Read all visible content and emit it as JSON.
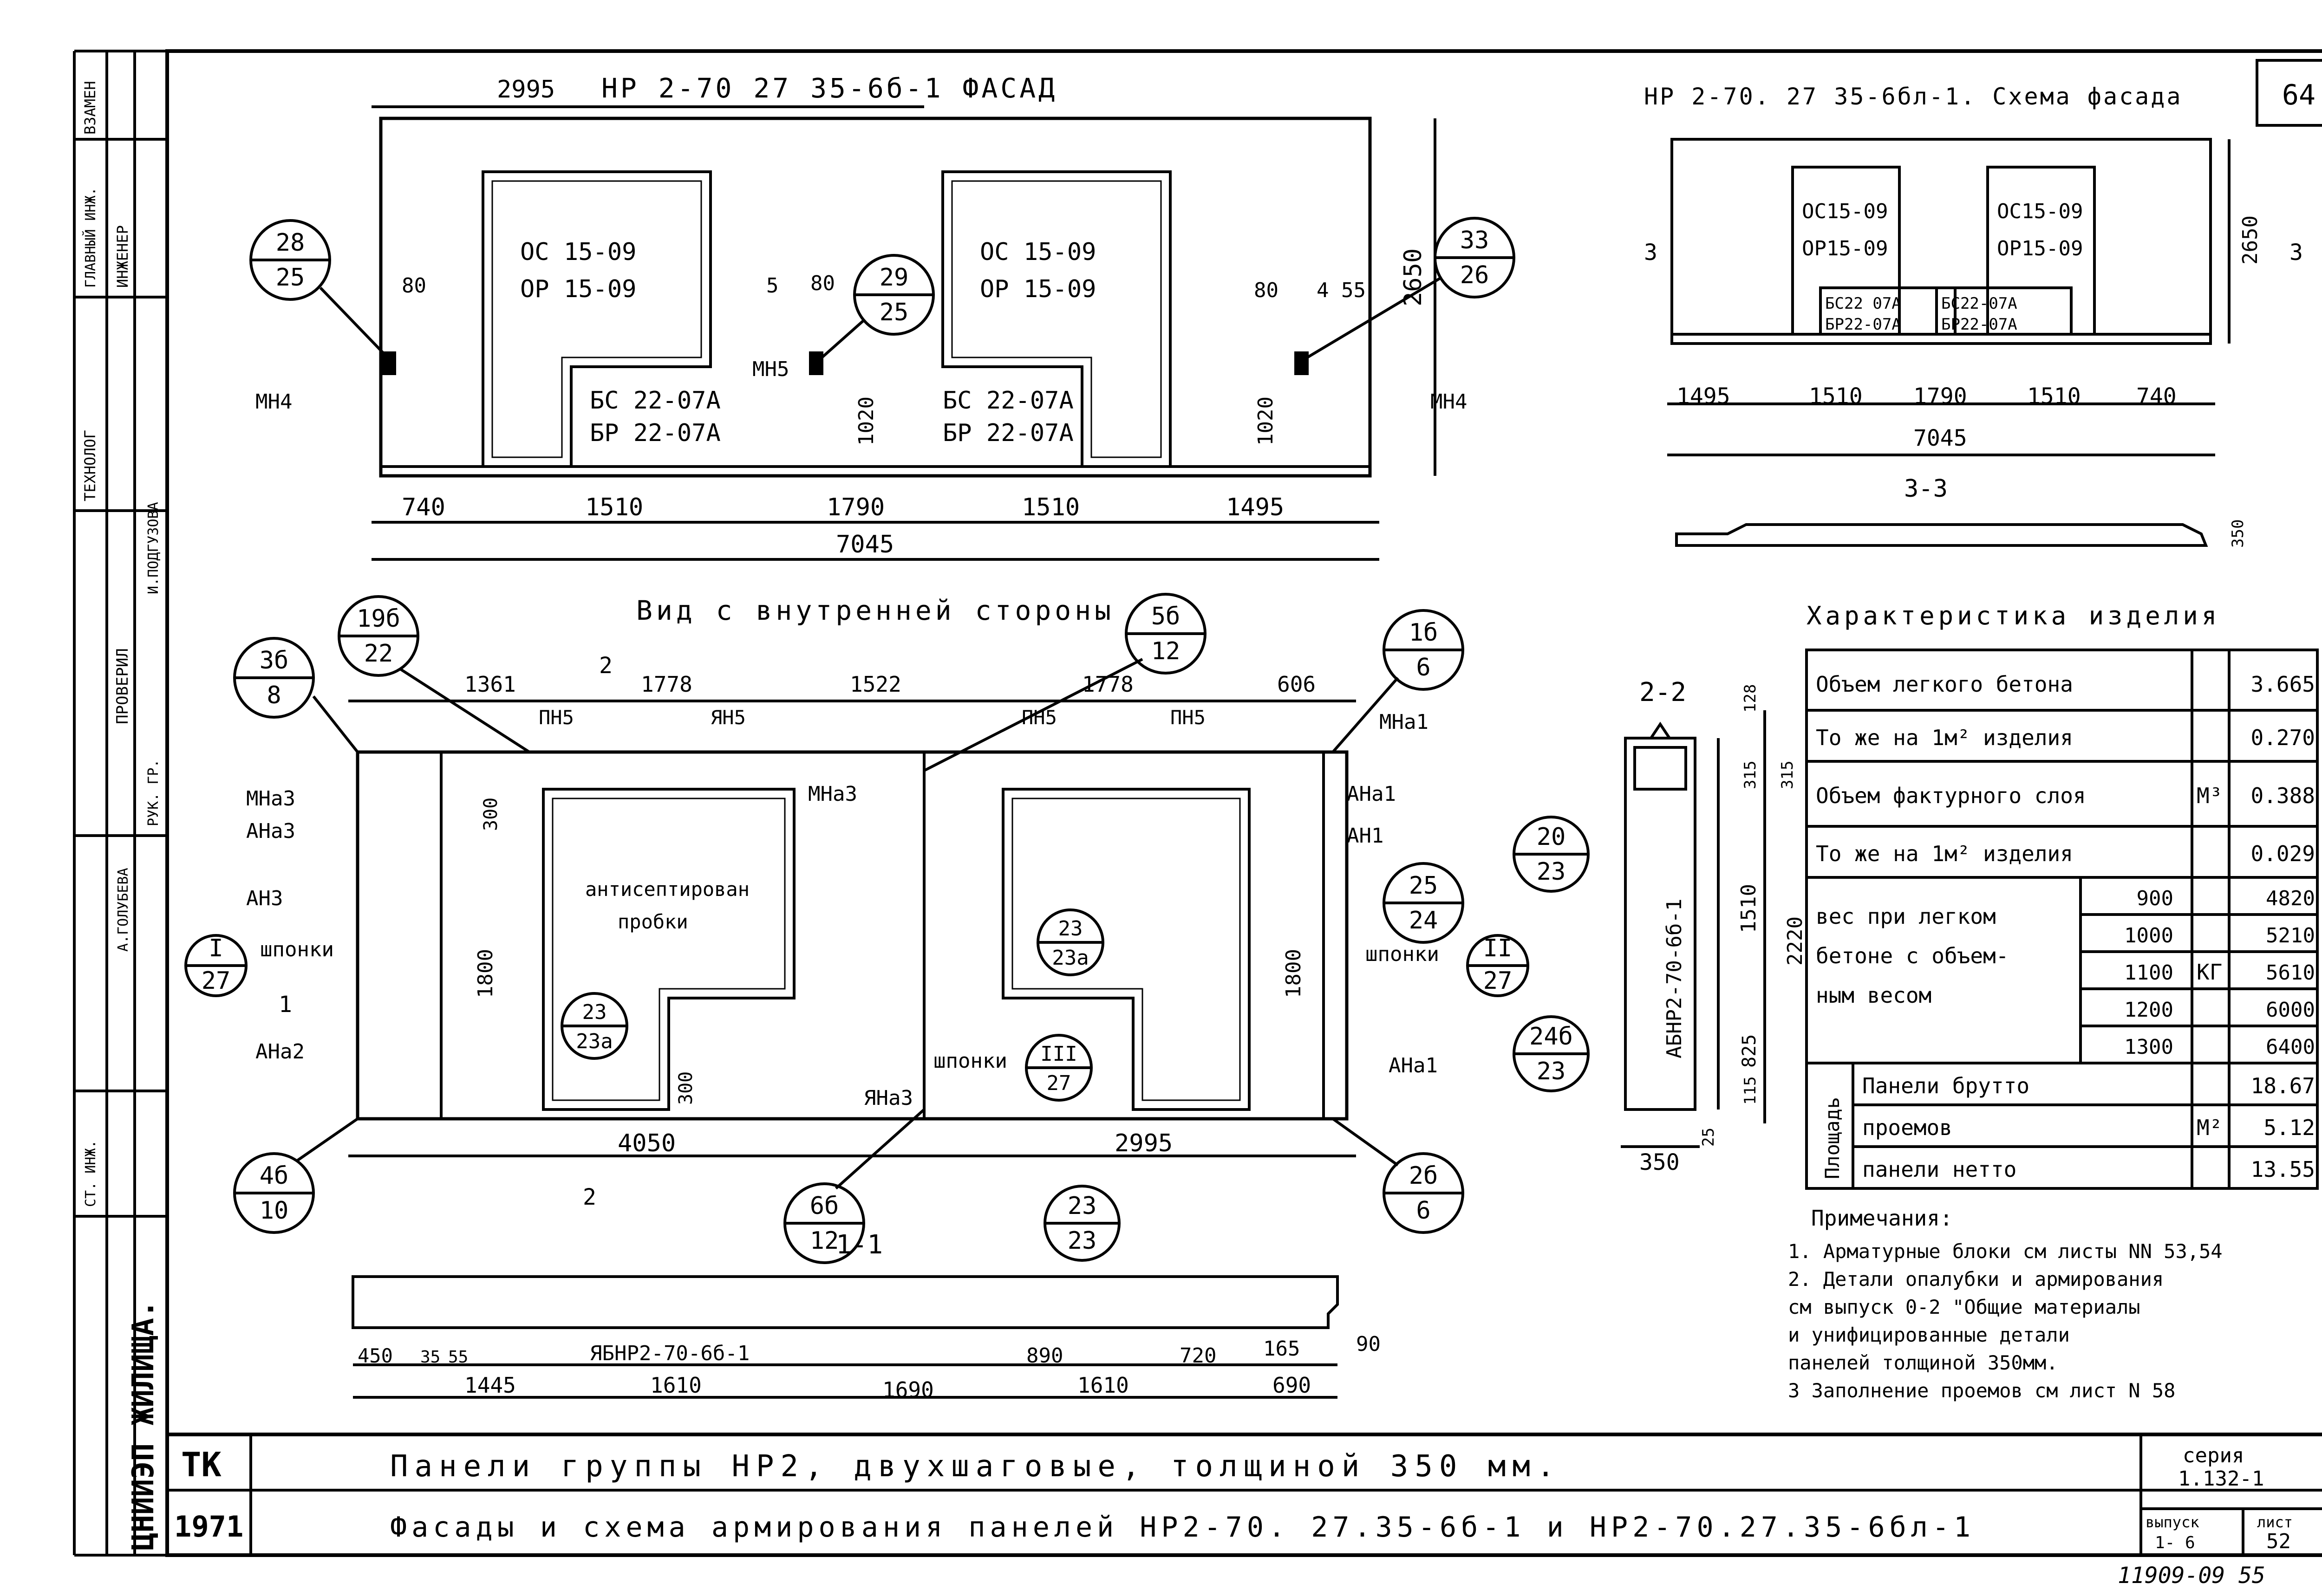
{
  "sheet_number_top": "64",
  "facade": {
    "title": "НР 2-70 27 35-6б-1  ФАСАД",
    "dim_top": "2995",
    "dims_bottom": [
      "740",
      "1510",
      "1790",
      "1510",
      "1495"
    ],
    "total": "7045",
    "height": "2650",
    "window1": [
      "ОС 15-09",
      "ОР 15-09"
    ],
    "door1": [
      "БС 22-07А",
      "БР 22-07А"
    ],
    "window2": [
      "ОС 15-09",
      "ОР 15-09"
    ],
    "door2": [
      "БС 22-07А",
      "БР 22-07А"
    ],
    "small_dims": [
      "80",
      "5",
      "80",
      "80",
      "4 55",
      "1020",
      "1020"
    ],
    "callouts": [
      [
        "28",
        "25"
      ],
      [
        "29",
        "25"
      ],
      [
        "33",
        "26"
      ]
    ],
    "labels": [
      "МН4",
      "МН5",
      "МН4"
    ]
  },
  "scheme": {
    "title": "НР 2-70. 27 35-6бл-1. Схема фасада",
    "window1": [
      "ОС15-09",
      "ОР15-09"
    ],
    "window2": [
      "ОС15-09",
      "ОР15-09"
    ],
    "door1": [
      "БС22 07А",
      "БР22-07А"
    ],
    "door2": [
      "БС22-07А",
      "БР22-07А"
    ],
    "height": "2650",
    "dims": [
      "1495",
      "1510",
      "1790",
      "1510",
      "740"
    ],
    "total": "7045",
    "section": "3-3",
    "sec_mark": "3",
    "sec_h": "350"
  },
  "inner": {
    "title": "Вид с внутренней стороны",
    "dims_top": [
      "1361",
      "1778",
      "1522",
      "1778",
      "606"
    ],
    "dims_bottom": [
      "4050",
      "2995"
    ],
    "ph": [
      "ПН5",
      "ЯН5",
      "ПН5",
      "ПН5"
    ],
    "heights": [
      "300",
      "1800",
      "300",
      "1800"
    ],
    "left_labels": [
      "МНа3",
      "АНа3",
      "АН3",
      "шпонки",
      "АНа2"
    ],
    "right_labels": [
      "МНа1",
      "АНа1",
      "АН1",
      "шпонки",
      "АНа1"
    ],
    "mid_labels": [
      "МНа3",
      "ЯНа3",
      "шпонки"
    ],
    "plug_text": [
      "антисептирован",
      "пробки"
    ],
    "callouts": [
      [
        "3б",
        "8"
      ],
      [
        "19б",
        "22"
      ],
      [
        "5б",
        "12"
      ],
      [
        "1б",
        "6"
      ],
      [
        "25",
        "24"
      ],
      [
        "23",
        "23а"
      ],
      [
        "23",
        "23а"
      ],
      [
        "4б",
        "10"
      ],
      [
        "6б",
        "12"
      ],
      [
        "2б",
        "6"
      ]
    ],
    "section_marks": [
      "I",
      "27",
      "II",
      "27",
      "III",
      "27",
      "2",
      "1",
      "2"
    ]
  },
  "section22": {
    "title": "2-2",
    "dims_v": [
      "128",
      "315",
      "315",
      "1510",
      "2220",
      "825",
      "115",
      "25"
    ],
    "label": "АБНР2-70-6б-1",
    "width": "350",
    "callouts": [
      [
        "20",
        "23"
      ],
      [
        "24б",
        "23"
      ]
    ]
  },
  "section11": {
    "title": "1-1",
    "label": "ЯБНР2-70-6б-1",
    "dims_top": [
      "450",
      "35",
      "55",
      "890",
      "720",
      "165"
    ],
    "dims_bottom": [
      "1445",
      "1610",
      "1690",
      "1610",
      "690"
    ],
    "right_dim": "90",
    "callout": [
      "23",
      "23"
    ]
  },
  "characteristics": {
    "title": "Характеристика изделия",
    "rows": [
      {
        "name": "Объем легкого бетона",
        "unit": "",
        "value": "3.665"
      },
      {
        "name": "То же на 1м² изделия",
        "unit": "",
        "value": "0.270"
      },
      {
        "name": "Объем фактурного слоя",
        "unit": "М³",
        "value": "0.388"
      },
      {
        "name": "То же на 1м² изделия",
        "unit": "",
        "value": "0.029"
      }
    ],
    "weight_label": [
      "вес при легком",
      "бетоне с объем-",
      "ным весом"
    ],
    "weights": [
      [
        "900",
        "4820"
      ],
      [
        "1000",
        "5210"
      ],
      [
        "1100",
        "5610"
      ],
      [
        "1200",
        "6000"
      ],
      [
        "1300",
        "6400"
      ]
    ],
    "weight_unit": "КГ",
    "area_label": "Площадь",
    "areas": [
      [
        "Панели брутто",
        "18.67"
      ],
      [
        "проемов",
        "5.12"
      ],
      [
        "панели нетто",
        "13.55"
      ]
    ],
    "area_unit": "М²"
  },
  "notes": {
    "title": "Примечания:",
    "items": [
      "1. Арматурные блоки см листы NN 53,54",
      "2. Детали опалубки и армирования",
      "   см выпуск 0-2 \"Общие материалы",
      "   и унифицированные детали",
      "   панелей толщиной 350мм.",
      "3  Заполнение проемов см лист N 58"
    ]
  },
  "titleblock": {
    "org": "ТК",
    "year": "1971",
    "line1": "Панели группы НР2, двухшаговые, толщиной 350 мм.",
    "line2": "Фасады и схема армирования панелей НР2-70. 27.35-6б-1 и НР2-70.27.35-6бл-1",
    "series_label": "серия",
    "series": "1.132-1",
    "issue_label": "выпуск",
    "issue": "1- 6",
    "sheet_label": "лист",
    "sheet": "52",
    "stamp": "11909-09  55"
  },
  "sidebar": {
    "org": "ЦНИИЭП ЖИЛИЩА.",
    "items": [
      "ВЗАМЕН",
      "ИНЖЕНЕР",
      "ПРОВЕРИЛ",
      "ТЕХНОЛОГ",
      "ГЛАВНЫЙ ИНЖ.",
      "РУК. ГР.",
      "СТ. ИНЖ.",
      "А.ГОЛУБЕВА",
      "И.ПОДГУЗОВА"
    ]
  }
}
